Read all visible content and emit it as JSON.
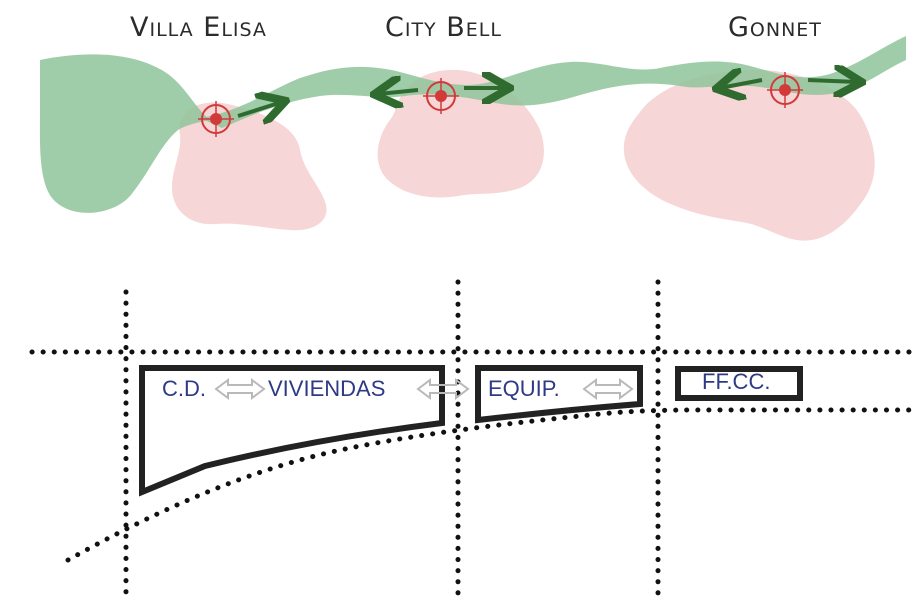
{
  "top_map": {
    "towns": [
      "Villa Elisa",
      "City Bell",
      "Gonnet"
    ],
    "urban_color": "#f6d6d6",
    "green_corridor_color": "#8fc49a",
    "arrow_color": "#2f6b2f",
    "target_color": "#d23a3a"
  },
  "blocks": {
    "cd": "C.D.",
    "viviendas": "VIVIENDAS",
    "equip": "EQUIP.",
    "ffcc": "FF.CC."
  },
  "colors": {
    "outline": "#222222",
    "label": "#2e3a86",
    "double_arrow": "#b9b9b9"
  }
}
